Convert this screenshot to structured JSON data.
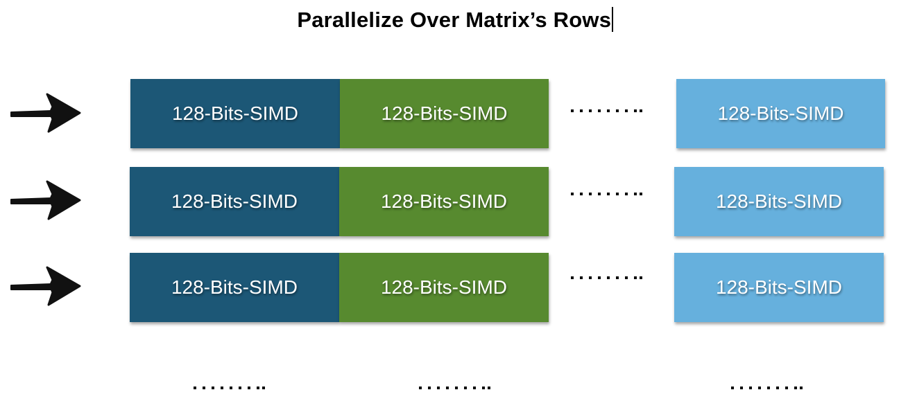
{
  "title": "Parallelize Over Matrix’s Rows",
  "block_label": "128-Bits-SIMD",
  "rows": [
    {
      "blocks": [
        "128-Bits-SIMD",
        "128-Bits-SIMD",
        "128-Bits-SIMD"
      ],
      "gap_label": "........."
    },
    {
      "blocks": [
        "128-Bits-SIMD",
        "128-Bits-SIMD",
        "128-Bits-SIMD"
      ],
      "gap_label": "........."
    },
    {
      "blocks": [
        "128-Bits-SIMD",
        "128-Bits-SIMD",
        "128-Bits-SIMD"
      ],
      "gap_label": "........."
    }
  ],
  "bottom_ellipses": [
    ".........",
    ".........",
    "........."
  ],
  "colors": {
    "dark_block": "#1c5776",
    "green_block": "#578a2f",
    "light_block": "#66b0dd",
    "text": "#ffffff",
    "arrow": "#111111"
  },
  "icons": {
    "row_arrow": "hand-drawn-right-arrow-icon"
  }
}
